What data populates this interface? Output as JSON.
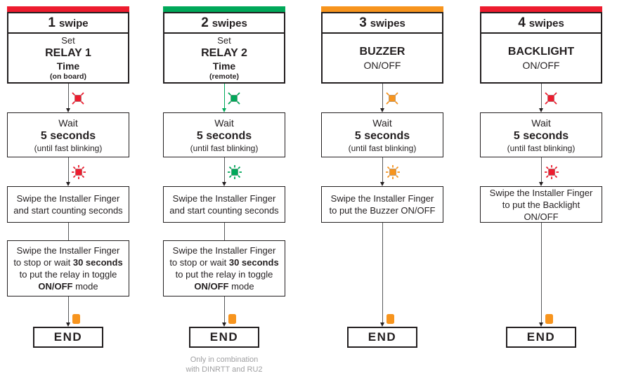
{
  "colors": {
    "red": "#ED1C2E",
    "green": "#00A859",
    "orange": "#F7941D",
    "box_border": "#231F20",
    "connector_line": "#58595B",
    "footnote_gray": "#A0A0A2"
  },
  "shared": {
    "wait_line1": "Wait",
    "wait_line2": "5 seconds",
    "wait_line3": "(until fast blinking)",
    "toggle_line1": "Swipe the Installer Finger",
    "toggle_line2_pre": "to stop or wait ",
    "toggle_line2_bold": "30 seconds",
    "toggle_line3": "to put the relay in toggle",
    "toggle_line4_bold": "ON/OFF",
    "toggle_line4_post": " mode",
    "end_label": "END",
    "footnote_line1": "Only in combination",
    "footnote_line2": "with DINRTT and RU2"
  },
  "columns": [
    {
      "header_num": "1",
      "header_word": "swipe",
      "action_line1": "Set",
      "action_line2": "RELAY 1",
      "action_line3": "Time",
      "action_line4": "(on board)",
      "step_line1": "Swipe the Installer Finger",
      "step_line2": "and start counting seconds",
      "led_color": "#ED1C2E"
    },
    {
      "header_num": "2",
      "header_word": "swipes",
      "action_line1": "Set",
      "action_line2": "RELAY 2",
      "action_line3": "Time",
      "action_line4": "(remote)",
      "step_line1": "Swipe the Installer Finger",
      "step_line2": "and start counting seconds",
      "led_color": "#00A859"
    },
    {
      "header_num": "3",
      "header_word": "swipes",
      "action_line1": "BUZZER",
      "action_line2": "ON/OFF",
      "step_line1": "Swipe the Installer Finger",
      "step_line2": "to put the Buzzer ON/OFF",
      "led_color": "#F7941D"
    },
    {
      "header_num": "4",
      "header_word": "swipes",
      "action_line1": "BACKLIGHT",
      "action_line2": "ON/OFF",
      "step_line1": "Swipe the Installer Finger",
      "step_line2": "to put the Backlight",
      "step_line3": "ON/OFF",
      "led_color": "#ED1C2E"
    }
  ]
}
